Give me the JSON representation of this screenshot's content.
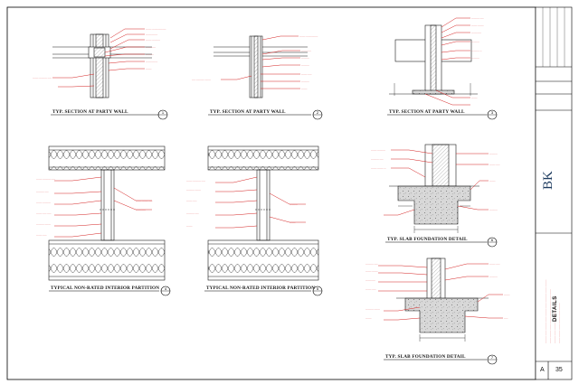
{
  "details": {
    "d1": {
      "title": "TYP. SECTION AT PARTY WALL",
      "ref": "1"
    },
    "d2": {
      "title": "TYP. SECTION AT PARTY WALL",
      "ref": "2"
    },
    "d3": {
      "title": "TYP. SECTION AT PARTY WALL",
      "ref": "3"
    },
    "d4": {
      "title": "TYPICAL NON-RATED INTERIOR PARTITION",
      "ref": "4"
    },
    "d5": {
      "title": "TYPICAL NON-RATED INTERIOR PARTITION",
      "ref": "5"
    },
    "d6": {
      "title": "TYP. SLAB FOUNDATION DETAIL",
      "ref": "6"
    },
    "d7": {
      "title": "TYP. SLAB FOUNDATION DETAIL",
      "ref": "7"
    }
  },
  "title_block": {
    "logo": "BK",
    "sheet_title": "DETAILS",
    "revision": "A",
    "sheet_number": "35"
  },
  "colors": {
    "line": "#1a1a1a",
    "annotation": "#d42020",
    "hatch": "#8a8a8a"
  }
}
